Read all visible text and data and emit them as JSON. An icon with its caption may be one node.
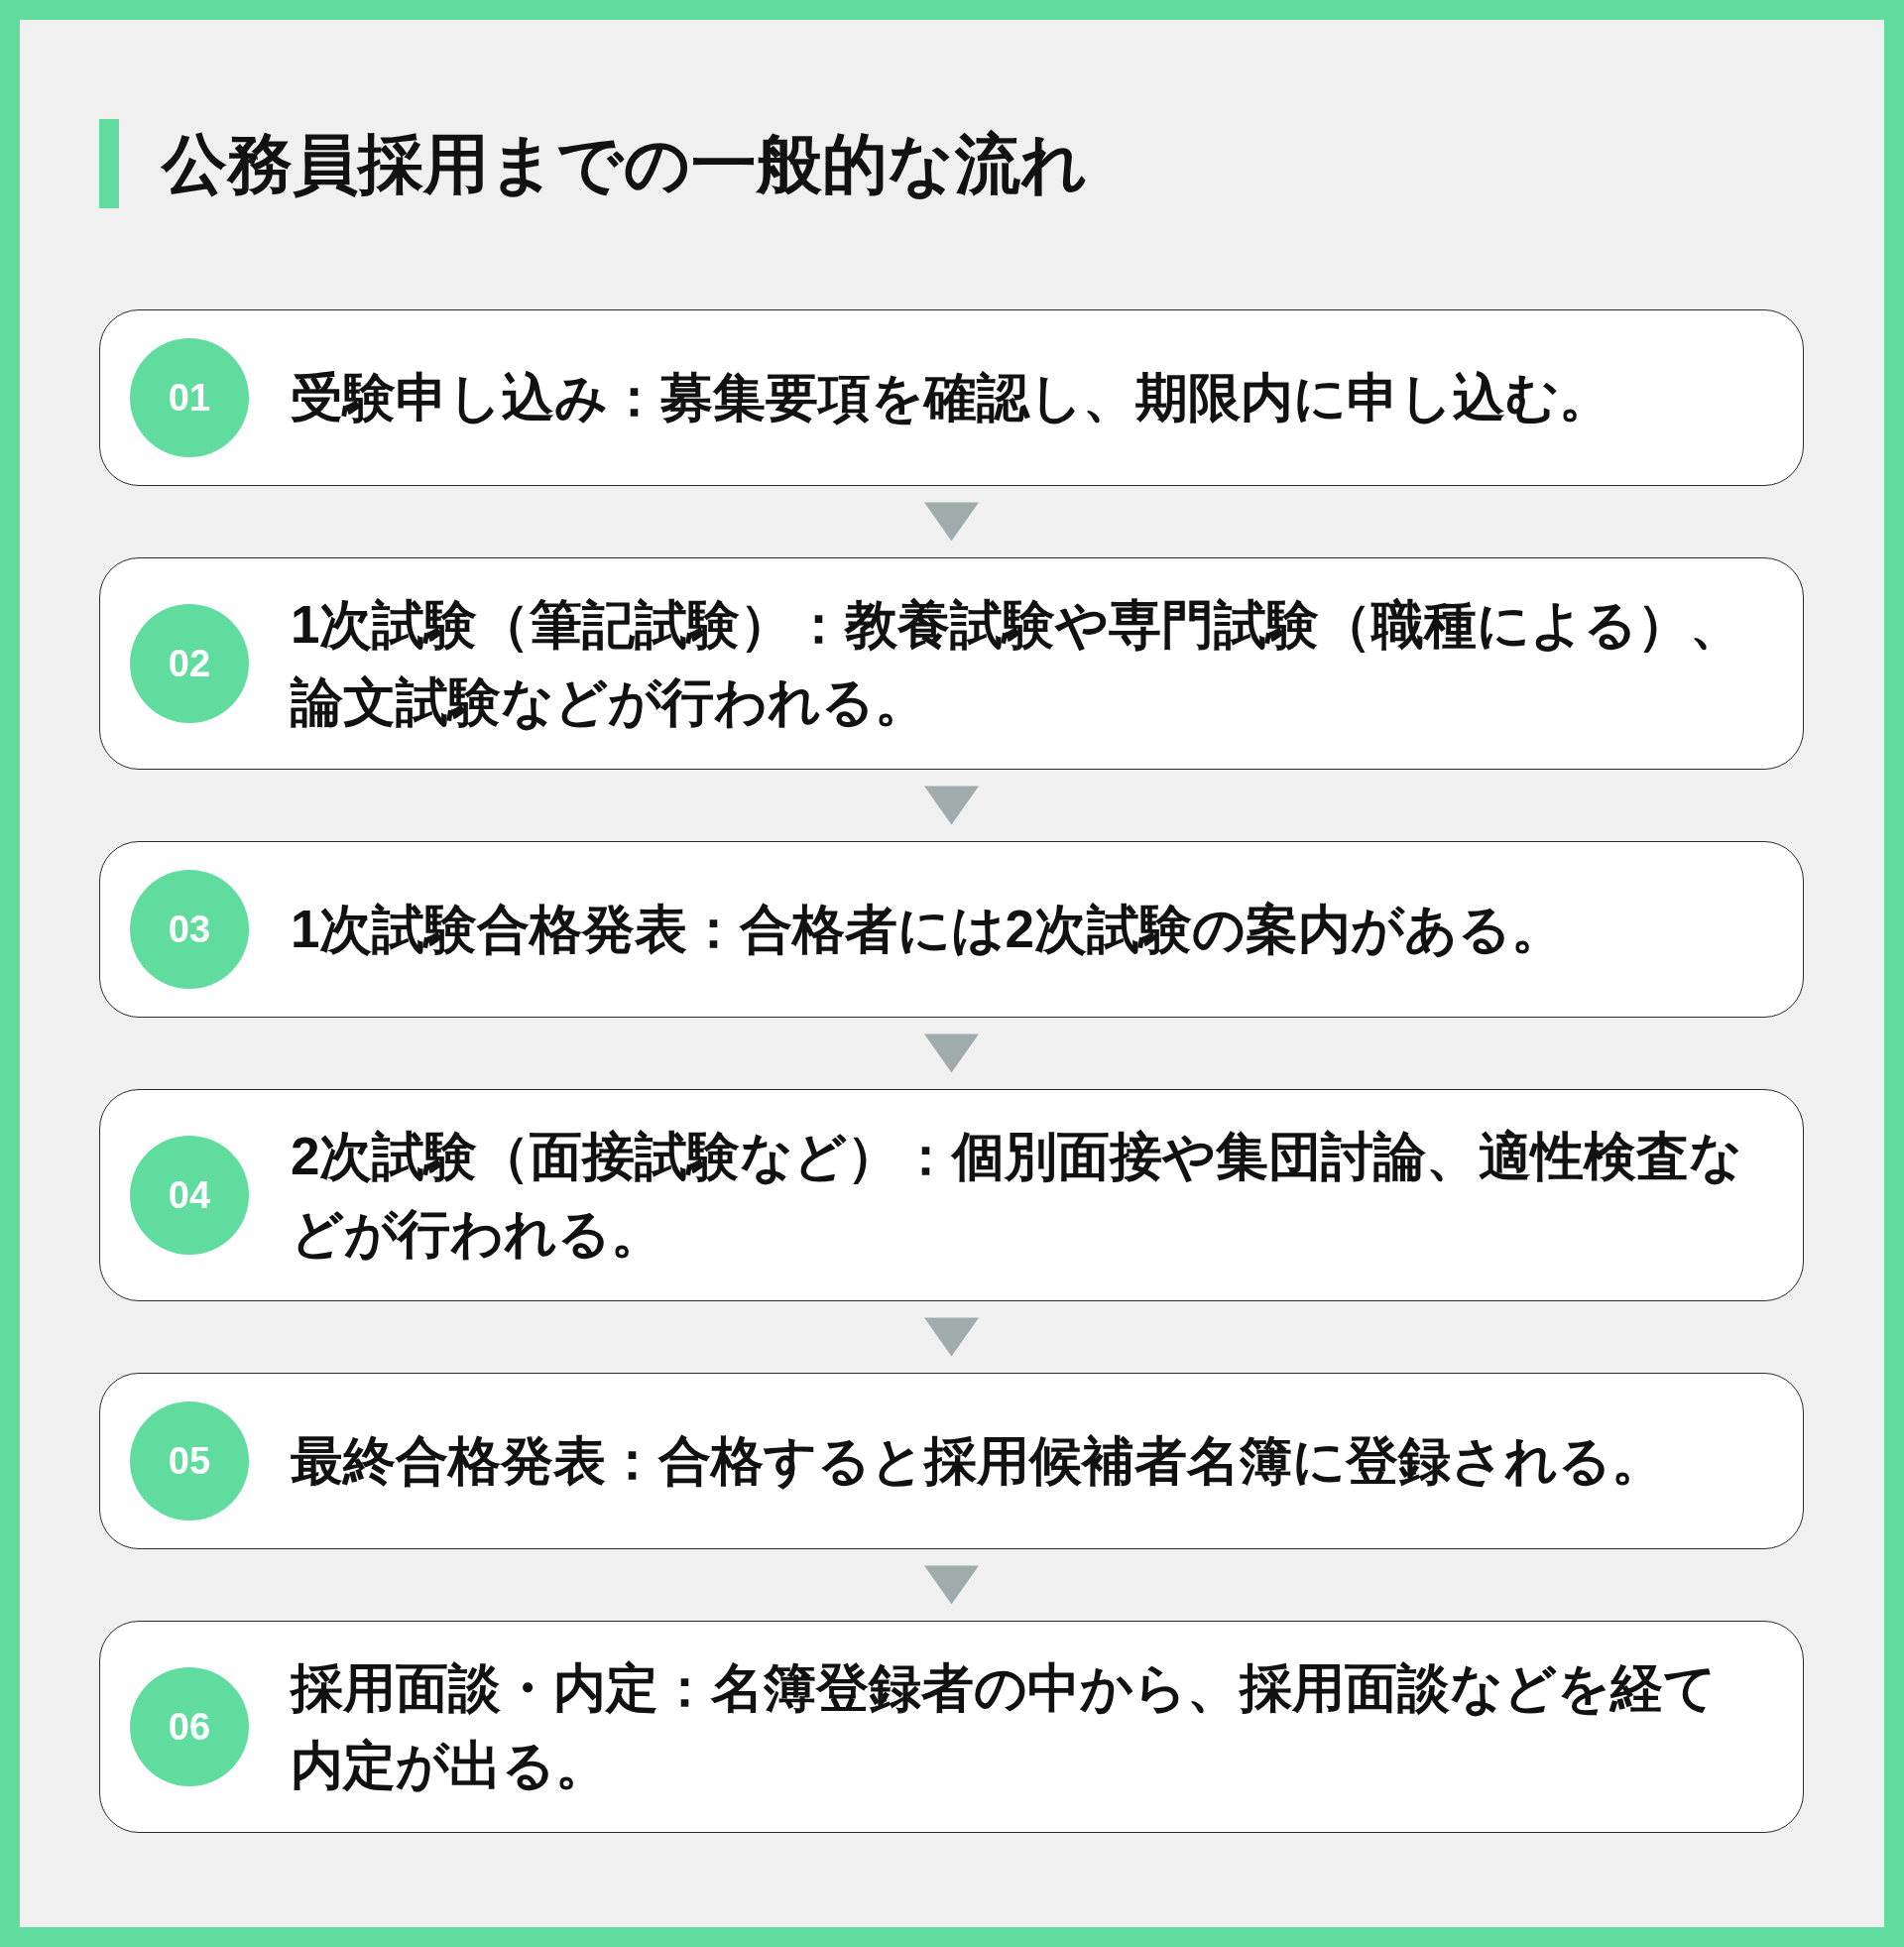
{
  "diagram": {
    "title": "公務員採用までの一般的な流れ",
    "nodes": [
      {
        "text": [
          "受験申し込み：募集要項を確認し、期限内に申し込む。"
        ]
      },
      {
        "text": [
          "01"
        ],
        "in": 0
      },
      {
        "text": [
          "1次試験（筆記試験）：教養試験や専門試験（職種による）、論文試験などが行われる。"
        ]
      },
      {
        "text": [
          "02"
        ],
        "in": 2
      },
      {
        "text": [
          "1次試験合格発表：合格者には2次試験の案内がある。"
        ]
      },
      {
        "text": [
          "03"
        ],
        "in": 4
      },
      {
        "text": [
          "2次試験（面接試験など）：個別面接や集団討論、適性検査などが行われる。"
        ]
      },
      {
        "text": [
          "04"
        ],
        "in": 6
      },
      {
        "text": [
          "最終合格発表：合格すると採用候補者名簿に登録される。"
        ]
      },
      {
        "text": [
          "05"
        ],
        "in": 8
      },
      {
        "text": [
          "採用面談・内定：名簿登録者の中から、採用面談などを経て内定が出る。"
        ]
      },
      {
        "text": [
          "06"
        ],
        "in": 10
      }
    ],
    "edges": [
      {
        "from": 0,
        "to": 2,
        "arrow": "to"
      },
      {
        "from": 2,
        "to": 4,
        "arrow": "to"
      },
      {
        "from": 4,
        "to": 6,
        "arrow": "to"
      },
      {
        "from": 6,
        "to": 8,
        "arrow": "to"
      },
      {
        "from": 8,
        "to": 10,
        "arrow": "to"
      }
    ]
  }
}
